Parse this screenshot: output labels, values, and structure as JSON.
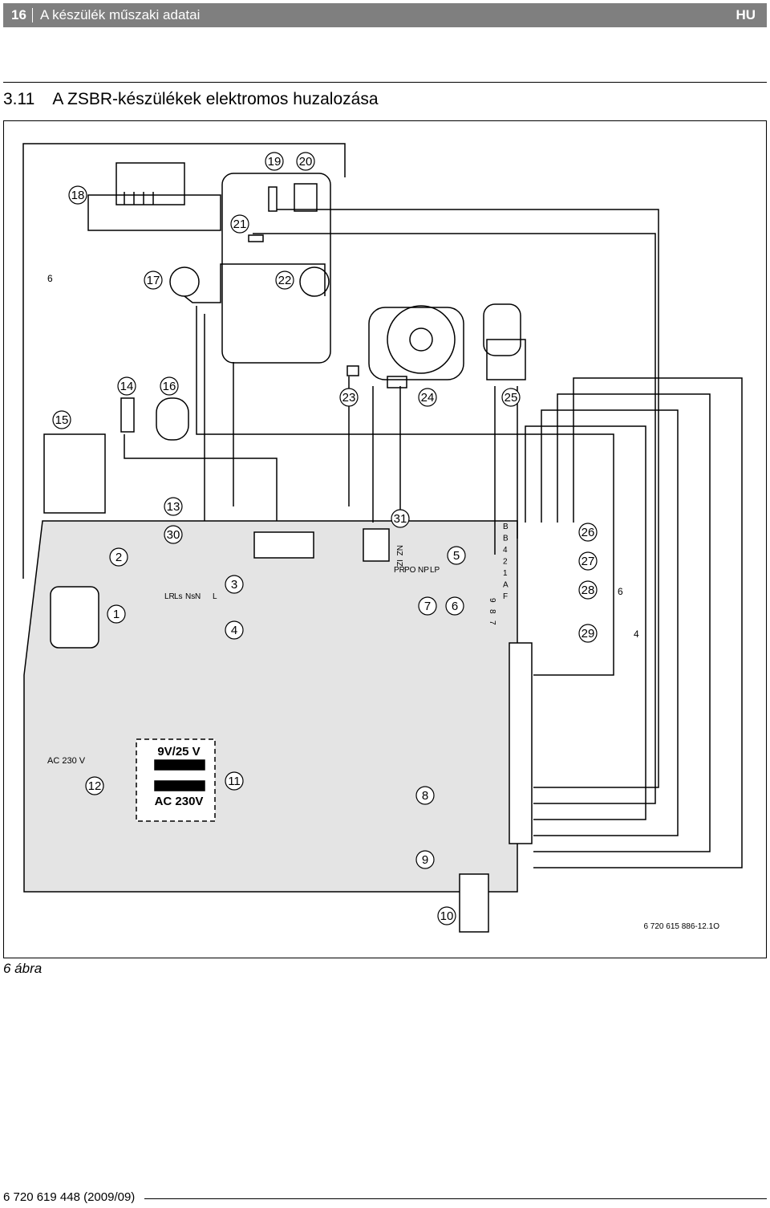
{
  "header": {
    "page_number": "16",
    "title": "A készülék műszaki adatai",
    "lang": "HU"
  },
  "section": {
    "number": "3.11",
    "title": "A ZSBR-készülékek elektromos huzalozása"
  },
  "figure": {
    "code": "6 720 615 886-12.1O",
    "callouts": [
      "1",
      "2",
      "3",
      "4",
      "5",
      "6",
      "7",
      "8",
      "9",
      "10",
      "11",
      "12",
      "13",
      "14",
      "15",
      "16",
      "17",
      "18",
      "19",
      "20",
      "21",
      "22",
      "23",
      "24",
      "25",
      "26",
      "27",
      "28",
      "29",
      "30",
      "31"
    ],
    "wire_markers": [
      "6",
      "6",
      "4"
    ],
    "labels": {
      "terminal_row": [
        "LR",
        "Ls",
        "Ns",
        "N",
        "L"
      ],
      "connector_top": [
        "NZ",
        "IZ"
      ],
      "connector_bottom": [
        "PR",
        "PO",
        "NP",
        "LP"
      ],
      "terminal_column": [
        "B",
        "B",
        "4",
        "2",
        "1",
        "A",
        "F"
      ],
      "small_terminals": [
        "9",
        "8",
        "7"
      ],
      "ac_label": "AC 230 V",
      "transformer_top": "9V/25 V",
      "transformer_bottom": "AC 230V"
    }
  },
  "caption": "6 ábra",
  "footer": "6 720 619 448 (2009/09)"
}
